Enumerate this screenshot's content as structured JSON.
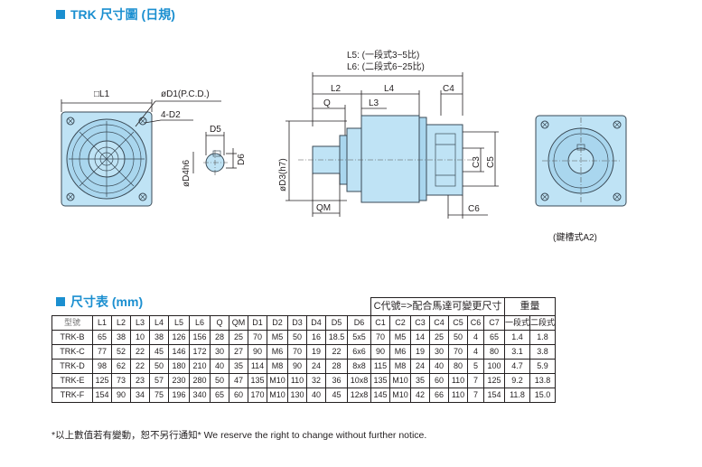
{
  "titles": {
    "drawing": "TRK 尺寸圖 (日規)",
    "table": "尺寸表 (mm)"
  },
  "drawing_labels": {
    "l1": "□L1",
    "d1": "øD1(P.C.D.)",
    "d2": "4-D2",
    "d5": "D5",
    "d4": "øD4h6",
    "d6": "D6",
    "l5": "L5: (一段式3~5比)",
    "l6": "L6: (二段式6~25比)",
    "l2": "L2",
    "l4": "L4",
    "c4": "C4",
    "q": "Q",
    "l3": "L3",
    "d3": "øD3(h7)",
    "qm": "QM",
    "c3": "C3",
    "c5": "C5",
    "c6": "C6",
    "keyway": "(鍵槽式A2)"
  },
  "table": {
    "group_c": "C代號=>配合馬達可變更尺寸",
    "group_weight": "重量",
    "headers": [
      "型號",
      "L1",
      "L2",
      "L3",
      "L4",
      "L5",
      "L6",
      "Q",
      "QM",
      "D1",
      "D2",
      "D3",
      "D4",
      "D5",
      "D6",
      "C1",
      "C2",
      "C3",
      "C4",
      "C5",
      "C6",
      "C7",
      "一段式",
      "二段式"
    ],
    "rows": [
      [
        "TRK-B",
        "65",
        "38",
        "10",
        "38",
        "126",
        "156",
        "28",
        "25",
        "70",
        "M5",
        "50",
        "16",
        "18.5",
        "5x5",
        "70",
        "M5",
        "14",
        "25",
        "50",
        "4",
        "65",
        "1.4",
        "1.8"
      ],
      [
        "TRK-C",
        "77",
        "52",
        "22",
        "45",
        "146",
        "172",
        "30",
        "27",
        "90",
        "M6",
        "70",
        "19",
        "22",
        "6x6",
        "90",
        "M6",
        "19",
        "30",
        "70",
        "4",
        "80",
        "3.1",
        "3.8"
      ],
      [
        "TRK-D",
        "98",
        "62",
        "22",
        "50",
        "180",
        "210",
        "40",
        "35",
        "114",
        "M8",
        "90",
        "24",
        "28",
        "8x8",
        "115",
        "M8",
        "24",
        "40",
        "80",
        "5",
        "100",
        "4.7",
        "5.9"
      ],
      [
        "TRK-E",
        "125",
        "73",
        "23",
        "57",
        "230",
        "280",
        "50",
        "47",
        "135",
        "M10",
        "110",
        "32",
        "36",
        "10x8",
        "135",
        "M10",
        "35",
        "60",
        "110",
        "7",
        "125",
        "9.2",
        "13.8"
      ],
      [
        "TRK-F",
        "154",
        "90",
        "34",
        "75",
        "196",
        "340",
        "65",
        "60",
        "170",
        "M10",
        "130",
        "40",
        "45",
        "12x8",
        "145",
        "M10",
        "42",
        "66",
        "110",
        "7",
        "154",
        "11.8",
        "15.0"
      ]
    ]
  },
  "notice": "*以上數值若有變動，恕不另行通知*   We reserve the right to change without further notice."
}
